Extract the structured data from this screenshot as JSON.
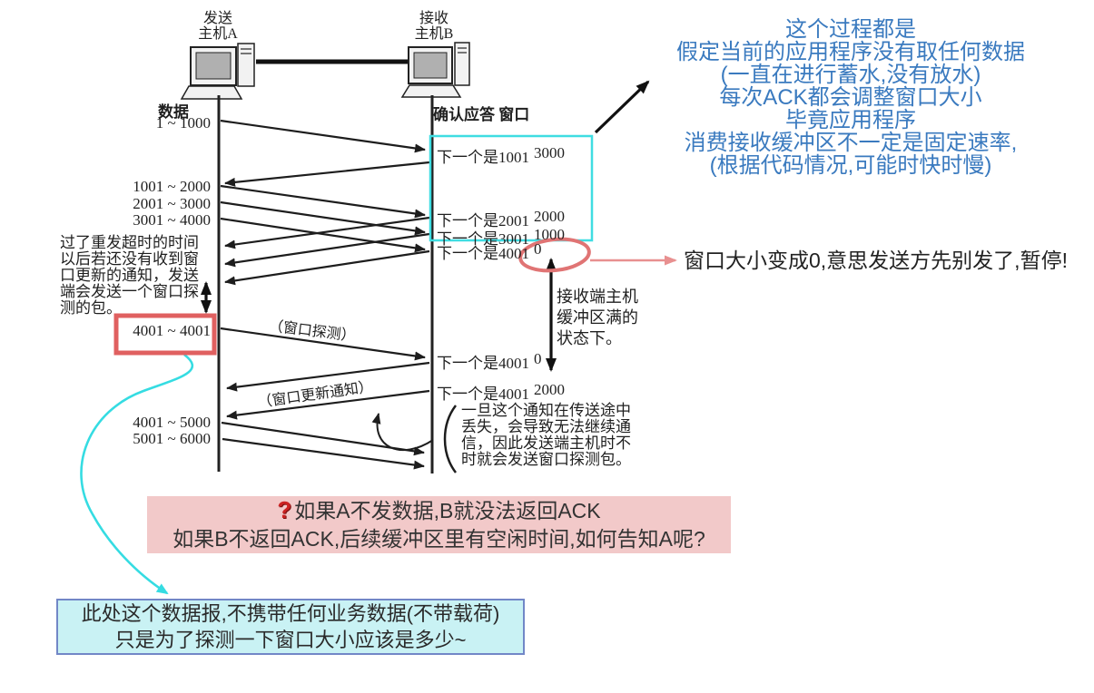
{
  "diagram": {
    "hosts": {
      "a": {
        "line1": "发送",
        "line2": "主机A"
      },
      "b": {
        "line1": "接收",
        "line2": "主机B"
      }
    },
    "sender": {
      "header": "数据",
      "segments": [
        "1 ~ 1000",
        "1001 ~ 2000",
        "2001 ~ 3000",
        "3001 ~ 4000"
      ],
      "probe_segment": "4001 ~ 4001",
      "resume_segments": [
        "4001 ~ 5000",
        "5001 ~ 6000"
      ],
      "timeout_note": [
        "过了重发超时的时间",
        "以后若还没有收到窗",
        "口更新的通知，发送",
        "端会发送一个窗口探",
        "测的包。"
      ]
    },
    "receiver": {
      "header": "确认应答 窗口",
      "acks": [
        {
          "label": "下一个是1001",
          "window": "3000"
        },
        {
          "label": "下一个是2001",
          "window": "2000"
        },
        {
          "label": "下一个是3001",
          "window": "1000"
        },
        {
          "label": "下一个是4001",
          "window": "0"
        },
        {
          "label": "下一个是4001",
          "window": "0"
        },
        {
          "label": "下一个是4001",
          "window": "2000"
        }
      ],
      "buffer_full_note": [
        "接收端主机",
        "缓冲区满的",
        "状态下。"
      ],
      "loss_note": [
        "一旦这个通知在传送途中",
        "丢失，会导致无法继续通",
        "信，因此发送端主机时不",
        "时就会发送窗口探测包。"
      ]
    },
    "labels": {
      "probe": "（窗口探测）",
      "window_update": "（窗口更新通知）"
    }
  },
  "annotations": {
    "blue_note": {
      "lines": [
        "这个过程都是",
        "假定当前的应用程序没有取任何数据",
        "(一直在进行蓄水,没有放水)",
        "每次ACK都会调整窗口大小",
        "毕竟应用程序",
        "消费接收缓冲区不一定是固定速率,",
        "(根据代码情况,可能时快时慢)"
      ],
      "color": "#3a7abf"
    },
    "zero_window_note": "窗口大小变成0,意思发送方先别发了,暂停!",
    "question_note": {
      "icon": "?",
      "line1": "如果A不发数据,B就没法返回ACK",
      "line2": "如果B不返回ACK,后续缓冲区里有空闲时间,如何告知A呢?"
    },
    "probe_packet_note": {
      "line1": "此处这个数据报,不携带任何业务数据(不带载荷)",
      "line2": "只是为了探测一下窗口大小应该是多少~"
    }
  },
  "colors": {
    "blue_text": "#3a7abf",
    "pink_highlight_bg": "#f2c9c9",
    "cyan_note_bg": "#c9f2f4",
    "cyan_note_border": "#7287c7",
    "cyan_accent": "#3fdde2",
    "red_accent": "#e06060",
    "salmon_accent": "#e89090",
    "ink": "#1f1f1f"
  }
}
